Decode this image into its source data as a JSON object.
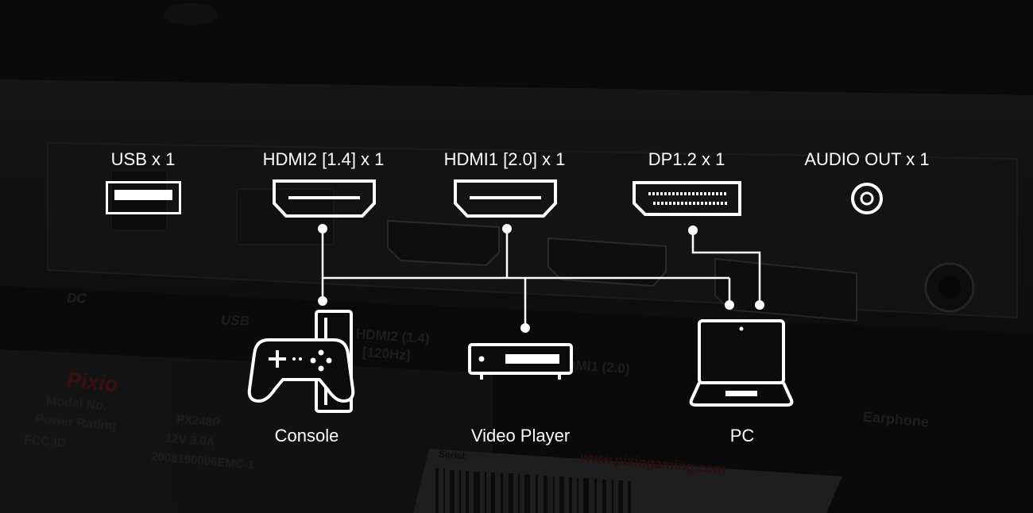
{
  "ports": [
    {
      "id": "usb",
      "label": "USB x 1",
      "icon": "usb-port-icon"
    },
    {
      "id": "hdmi2",
      "label": "HDMI2 [1.4] x 1",
      "icon": "hdmi-port-icon"
    },
    {
      "id": "hdmi1",
      "label": "HDMI1 [2.0] x 1",
      "icon": "hdmi-port-icon"
    },
    {
      "id": "dp",
      "label": "DP1.2 x 1",
      "icon": "displayport-icon"
    },
    {
      "id": "audio",
      "label": "AUDIO OUT x 1",
      "icon": "audio-jack-icon"
    }
  ],
  "devices": [
    {
      "id": "console",
      "label": "Console",
      "icon": "game-console-icon"
    },
    {
      "id": "video_player",
      "label": "Video Player",
      "icon": "video-player-icon"
    },
    {
      "id": "pc",
      "label": "PC",
      "icon": "laptop-icon"
    }
  ],
  "background_panel": {
    "dc": "DC",
    "usb": "USB",
    "hdmi2": "HDMI2 (1.4)",
    "hdmi2_rate": "[120Hz]",
    "hdmi1": "HDMI1 (2.0)",
    "earphone": "Earphone",
    "brand": "Pixio",
    "model_label": "Model No.",
    "power_label": "Power Rating",
    "fcc_label": "FCC ID",
    "model_value": "PX248P",
    "power_value": "12V 3.0A",
    "fcc_value": "2008190006EMC-1",
    "website": "www.pixiogaming.com",
    "serial": "Serial:"
  },
  "colors": {
    "foreground": "#ffffff",
    "background": "#0b0b0b",
    "brand_red": "#5a1414"
  }
}
